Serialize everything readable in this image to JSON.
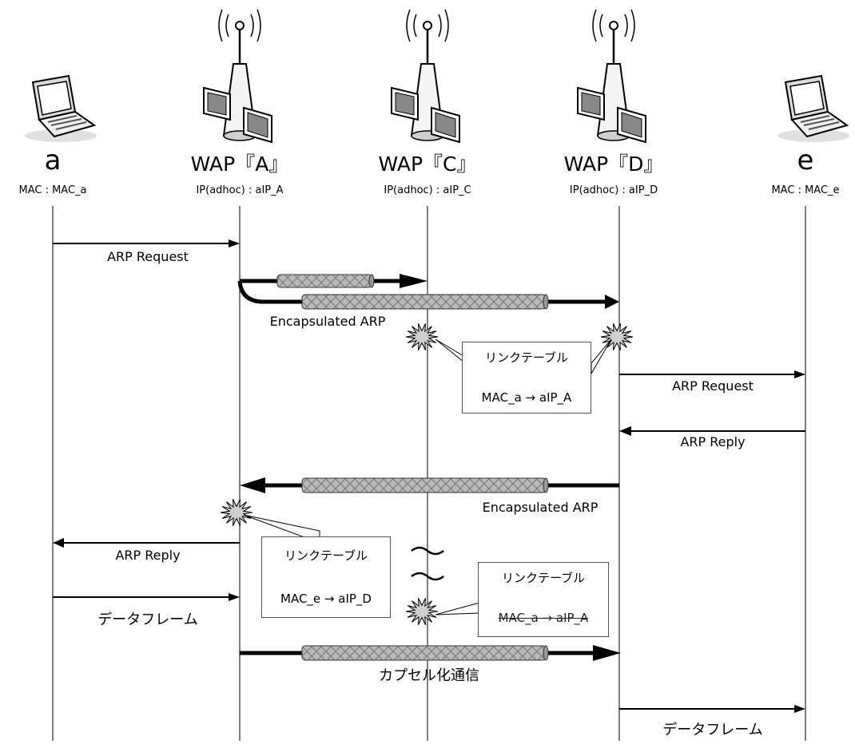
{
  "nodes": [
    {
      "id": "a",
      "name": "a",
      "addr": "MAC : MAC_a",
      "icon": "laptop-icon"
    },
    {
      "id": "A",
      "name": "WAP『A』",
      "addr": "IP(adhoc) : aIP_A",
      "icon": "access-point-icon"
    },
    {
      "id": "C",
      "name": "WAP『C』",
      "addr": "IP(adhoc) : aIP_C",
      "icon": "access-point-icon"
    },
    {
      "id": "D",
      "name": "WAP『D』",
      "addr": "IP(adhoc) : aIP_D",
      "icon": "access-point-icon"
    },
    {
      "id": "e",
      "name": "e",
      "addr": "MAC : MAC_e",
      "icon": "laptop-icon"
    }
  ],
  "messages": {
    "arp_request_1": "ARP Request",
    "encapsulated_arp_1": "Encapsulated ARP",
    "arp_request_2": "ARP Request",
    "arp_reply_1": "ARP Reply",
    "encapsulated_arp_2": "Encapsulated ARP",
    "arp_reply_2": "ARP Reply",
    "data_frame_1": "データフレーム",
    "capsule_comm": "カプセル化通信",
    "data_frame_2": "データフレーム"
  },
  "tables": {
    "table_D": {
      "title": "リンクテーブル",
      "entry": "MAC_a → aIP_A"
    },
    "table_A": {
      "title": "リンクテーブル",
      "entry": "MAC_e → aIP_D"
    },
    "table_C": {
      "title": "リンクテーブル",
      "entry": "MAC_a → aIP_A",
      "struck": true
    }
  },
  "colors": {
    "tunnel": "#b0b0b0",
    "line": "#000000",
    "burst": "#d0d0d0"
  }
}
